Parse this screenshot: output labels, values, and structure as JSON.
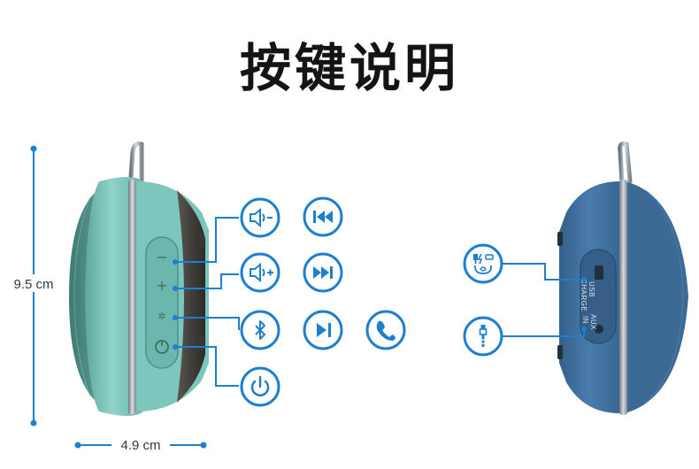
{
  "title": "按键说明",
  "dimensions": {
    "height": "9.5 cm",
    "width": "4.9 cm"
  },
  "front_view": {
    "icons": [
      "volume-down-icon",
      "volume-up-icon",
      "bluetooth-icon",
      "power-icon",
      "previous-track-icon",
      "next-track-icon",
      "play-pause-icon",
      "phone-call-icon"
    ],
    "body_color": "#7cc6bd"
  },
  "back_view": {
    "port_labels": {
      "usb": "USB",
      "charge": "CHARGE",
      "aux": "AUX",
      "in": "IN"
    },
    "icons": [
      "usb-charge-icon",
      "aux-in-icon"
    ],
    "body_color": "#3f6f9b"
  },
  "colors": {
    "accent": "#1e7fd0",
    "title": "#141414"
  }
}
